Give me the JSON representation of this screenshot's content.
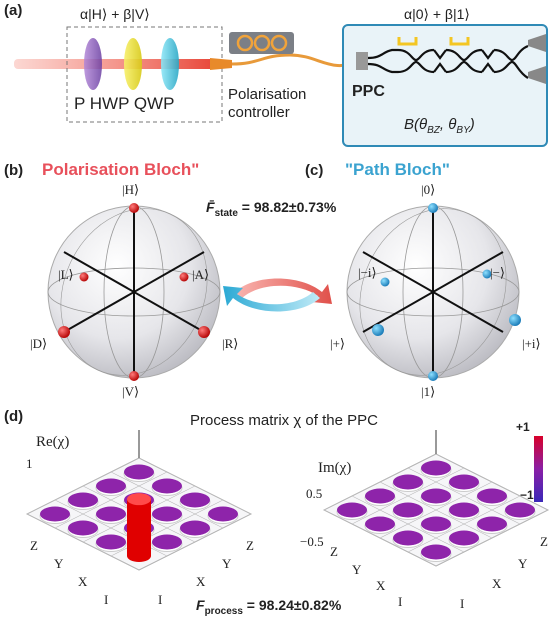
{
  "panels": {
    "a": "(a)",
    "b": "(b)",
    "c": "(c)",
    "d": "(d)"
  },
  "setup": {
    "state_left": "α|H⟩ + β|V⟩",
    "state_right": "α|0⟩ + β|1⟩",
    "optics": "P HWP QWP",
    "controller_line1": "Polarisation",
    "controller_line2": "controller",
    "ppc": "PPC",
    "ppc_operator": "B(θ_BZ, θ_BY)"
  },
  "bloch": {
    "left_title": "Polarisation Bloch\"",
    "right_title": "\"Path Bloch\"",
    "fidelity_label": "F̄",
    "fidelity_sub": "state",
    "fidelity_value": " = 98.82±0.73%",
    "left_states": {
      "top": "|H⟩",
      "bottom": "|V⟩",
      "left": "|D⟩",
      "right": "|R⟩",
      "ul": "|L⟩",
      "ur": "|A⟩"
    },
    "right_states": {
      "top": "|0⟩",
      "bottom": "|1⟩",
      "left": "|+⟩",
      "right": "|+i⟩",
      "ul": "|−i⟩",
      "ur": "|−⟩"
    },
    "left_color": "#e8505b",
    "right_color": "#3ba3d0"
  },
  "process": {
    "title": "Process matrix χ of the PPC",
    "re_label": "Re(χ)",
    "im_label": "Im(χ)",
    "re_ticks": [
      "1"
    ],
    "im_ticks": [
      "0.5",
      "−0.5"
    ],
    "axis_labels": [
      "Z",
      "Y",
      "X",
      "I"
    ],
    "colorbar_max": "+1",
    "colorbar_min": "−1",
    "fidelity_label": "F",
    "fidelity_sub": "process",
    "fidelity_value": " = 98.24±0.82%",
    "re_II": 0.98,
    "bar_color": "#e00000",
    "disk_color": "#8e24aa"
  }
}
